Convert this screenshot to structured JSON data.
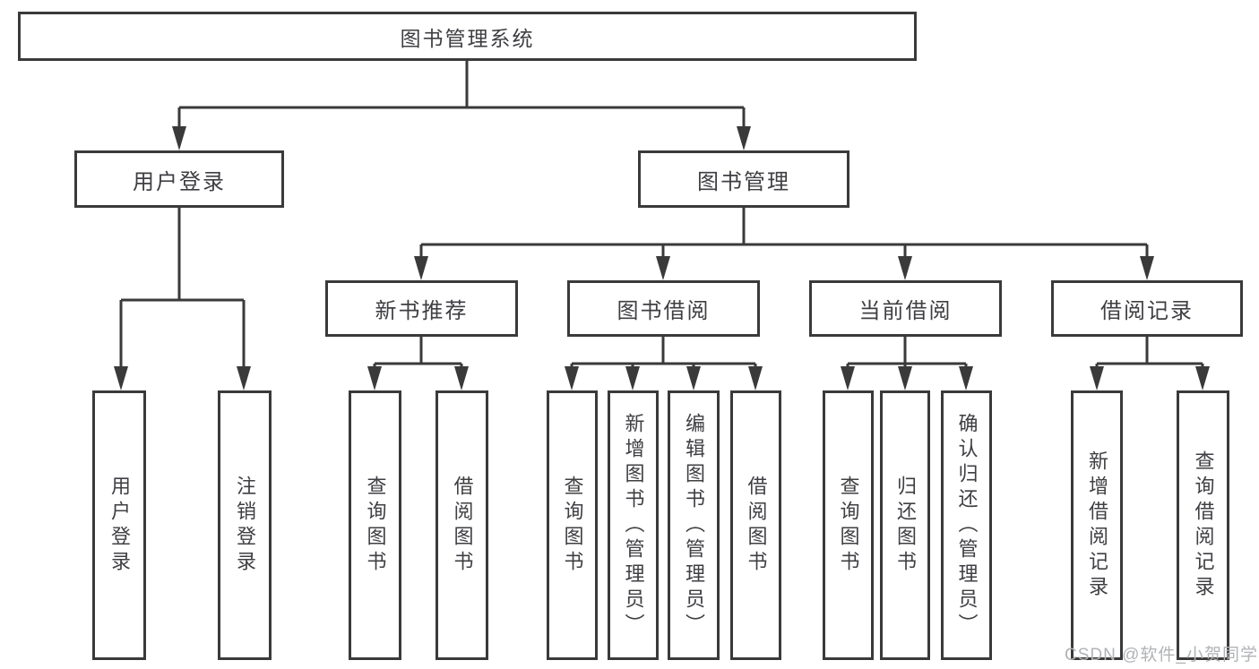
{
  "diagram": {
    "root": {
      "label": "图书管理系统"
    },
    "branches": [
      {
        "label": "用户登录",
        "children": [
          "用户登录",
          "注销登录"
        ]
      },
      {
        "label": "图书管理",
        "groups": [
          {
            "label": "新书推荐",
            "children": [
              "查询图书",
              "借阅图书"
            ]
          },
          {
            "label": "图书借阅",
            "children": [
              "查询图书",
              "新增图书（管理员）",
              "编辑图书（管理员）",
              "借阅图书"
            ]
          },
          {
            "label": "当前借阅",
            "children": [
              "查询图书",
              "归还图书",
              "确认归还（管理员）"
            ]
          },
          {
            "label": "借阅记录",
            "children": [
              "新增借阅记录",
              "查询借阅记录"
            ]
          }
        ]
      }
    ]
  },
  "watermark": "CSDN @软件_小贺同学",
  "colors": {
    "line": "#3a3a3a",
    "box_border": "#3a3a3a",
    "box_fill": "#ffffff",
    "text": "#3f3f43",
    "watermark": "#b1b3b6",
    "background": "#ffffff"
  }
}
